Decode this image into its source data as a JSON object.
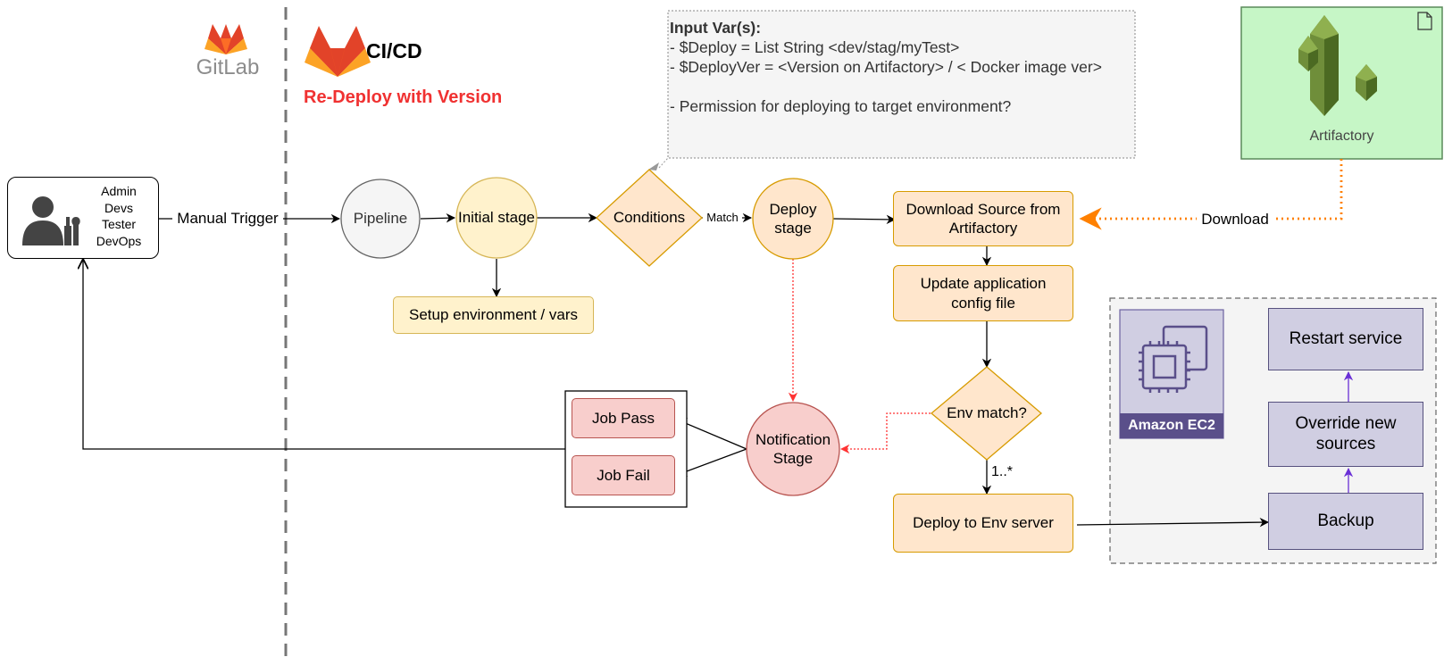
{
  "logos": {
    "gitlab_text": "GitLab",
    "cicd_text": "CI/CD"
  },
  "subtitle": "Re-Deploy with Version",
  "input_vars": {
    "title": "Input Var(s):",
    "lines": [
      "- $Deploy = List String <dev/stag/myTest>",
      "- $DeployVer = <Version on Artifactory> / < Docker image ver>",
      "",
      "- Permission for deploying to target environment?"
    ]
  },
  "artifactory": {
    "label": "Artifactory"
  },
  "user": {
    "roles": [
      "Admin",
      "Devs",
      "Tester",
      "DevOps"
    ]
  },
  "edges": {
    "manual_trigger": "Manual Trigger",
    "match": "Match",
    "download": "Download",
    "multiplicity": "1..*"
  },
  "nodes": {
    "pipeline": "Pipeline",
    "initial_stage": "Initial stage",
    "setup_env": "Setup environment / vars",
    "conditions": "Conditions",
    "deploy_stage": "Deploy stage",
    "download_source": "Download Source from Artifactory",
    "update_config": "Update application config file",
    "env_match": "Env match?",
    "deploy_env_server": "Deploy to Env server",
    "notification_stage": "Notification Stage",
    "job_pass": "Job Pass",
    "job_fail": "Job Fail"
  },
  "ec2": {
    "label": "Amazon EC2",
    "restart": "Restart service",
    "override": "Override new sources",
    "backup": "Backup"
  },
  "colors": {
    "subtitle_red": "#f03131",
    "download_orange": "#ff8000",
    "ec2_purple": "#5a4f8a",
    "notify_red": "#ff3333"
  }
}
